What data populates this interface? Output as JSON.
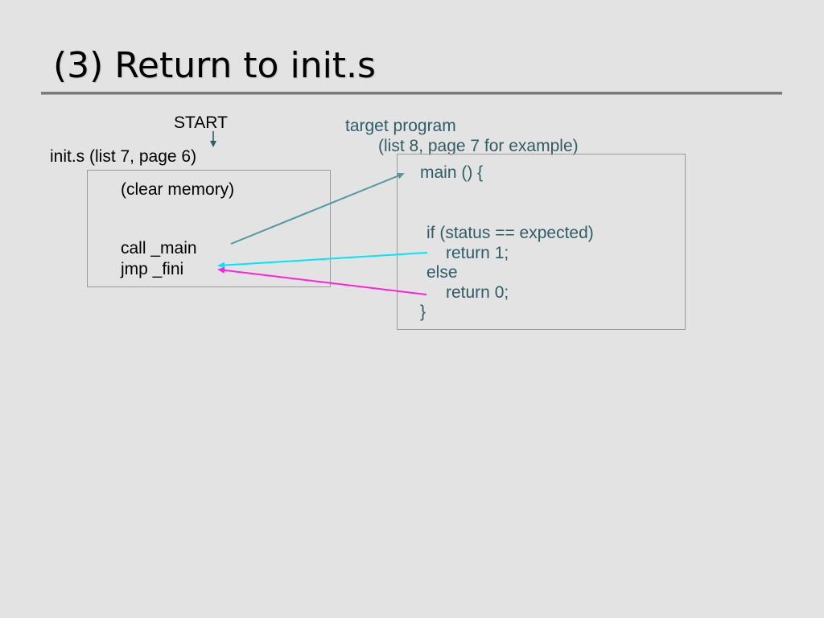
{
  "slide": {
    "title": "(3) Return to init.s"
  },
  "diagram": {
    "start_label": "START",
    "init_label": "init.s (list 7, page 6)",
    "init_code": {
      "clear_memory": "(clear memory)",
      "call_main": "call _main",
      "jmp_fini": "jmp _fini"
    },
    "target_label": {
      "line1": "target program",
      "line2": "(list 8, page 7 for example)"
    },
    "target_code": {
      "main_open": "main () {",
      "if_line": "if (status == expected)",
      "return_1": "return 1;",
      "else_line": "else",
      "return_0": "return 0;",
      "close_brace": "}"
    },
    "colors": {
      "start_arrow": "#2f5d66",
      "call_arrow": "#4f9aa0",
      "return1_arrow": "#00e5ff",
      "return0_arrow": "#ff22dd"
    }
  }
}
